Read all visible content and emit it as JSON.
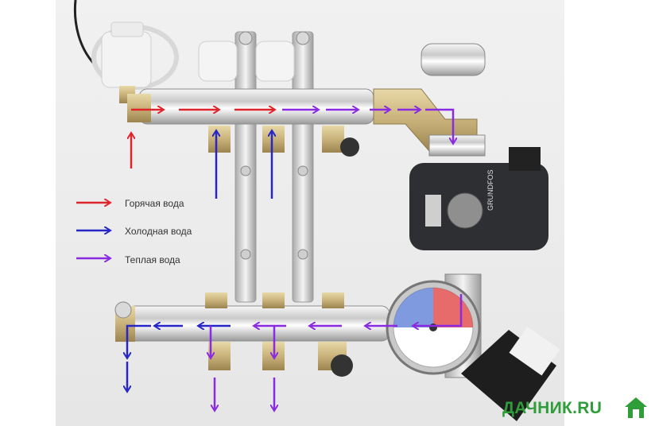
{
  "legend": {
    "hot": "Горячая вода",
    "cold": "Холодная вода",
    "warm": "Теплая вода"
  },
  "brand": {
    "text": "ДАЧНИК.RU",
    "color": "#2f9e3a"
  },
  "pump_label": "GRUNDFOS",
  "colors": {
    "hot": "#e0242b",
    "cold": "#2626c8",
    "warm": "#8a2be2"
  },
  "icons": [
    "house-icon",
    "actuator",
    "pump",
    "thermometer-gauge"
  ]
}
